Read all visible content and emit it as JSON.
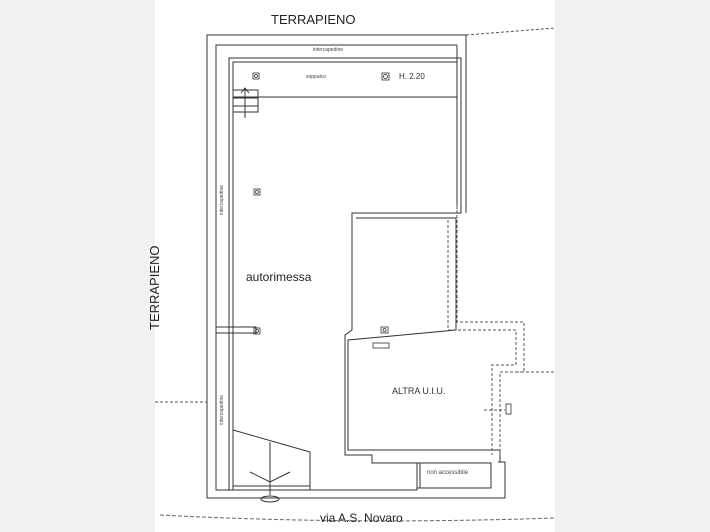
{
  "labels": {
    "top_terrapieno": "TERRAPIENO",
    "left_terrapieno": "TERRAPIENO",
    "street": "via A.S. Novaro",
    "garage": "autorimessa",
    "other_unit": "ALTRA U.I.U.",
    "not_accessible": "non accessibile",
    "height": "H. 2.20",
    "top_gap": "intercapedine",
    "loft": "soppalco",
    "left_gap_upper": "intercapedine",
    "left_gap_lower": "intercapedine"
  }
}
